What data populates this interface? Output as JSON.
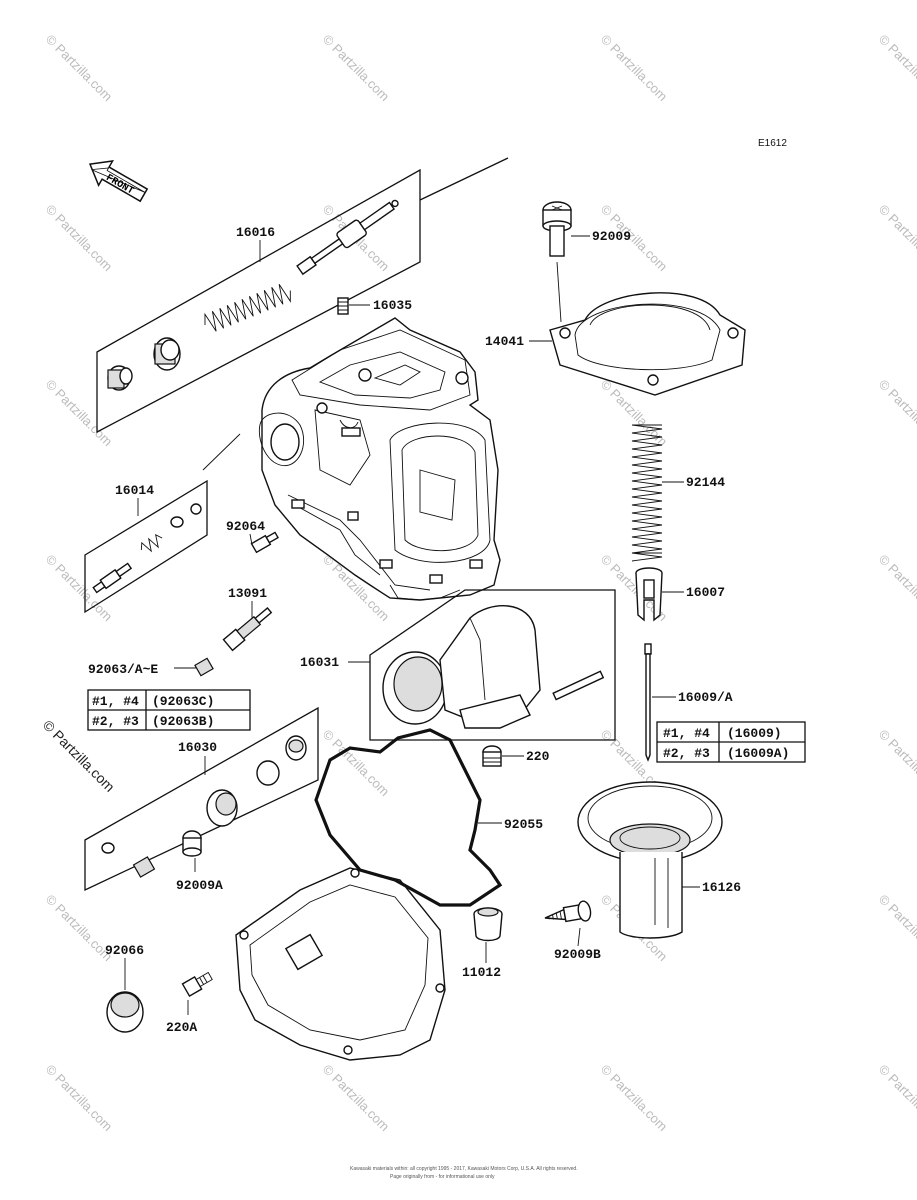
{
  "diagram_code": "E1612",
  "front_label": "FRONT",
  "watermark": "© Partzilla.com",
  "parts": {
    "p16016": "16016",
    "p16035": "16035",
    "p16014": "16014",
    "p92064": "92064",
    "p13091": "13091",
    "p92063": "92063/A~E",
    "p16030": "16030",
    "p92009A": "92009A",
    "p92066": "92066",
    "p220A": "220A",
    "p92009": "92009",
    "p14041": "14041",
    "p92144": "92144",
    "p16007": "16007",
    "p16031": "16031",
    "p16009A": "16009/A",
    "p220": "220",
    "p92055": "92055",
    "p16126": "16126",
    "p92009B": "92009B",
    "p11012": "11012"
  },
  "table_left": [
    {
      "cyl": "#1, #4",
      "part": "(92063C)"
    },
    {
      "cyl": "#2, #3",
      "part": "(92063B)"
    }
  ],
  "table_right": [
    {
      "cyl": "#1, #4",
      "part": "(16009)"
    },
    {
      "cyl": "#2, #3",
      "part": "(16009A)"
    }
  ],
  "footer_line1": "Kawasaki materials within: all copyright 1995 - 2017, Kawasaki Motors Corp, U.S.A. All rights reserved.",
  "footer_line2": "Page originally from - for informational use only"
}
